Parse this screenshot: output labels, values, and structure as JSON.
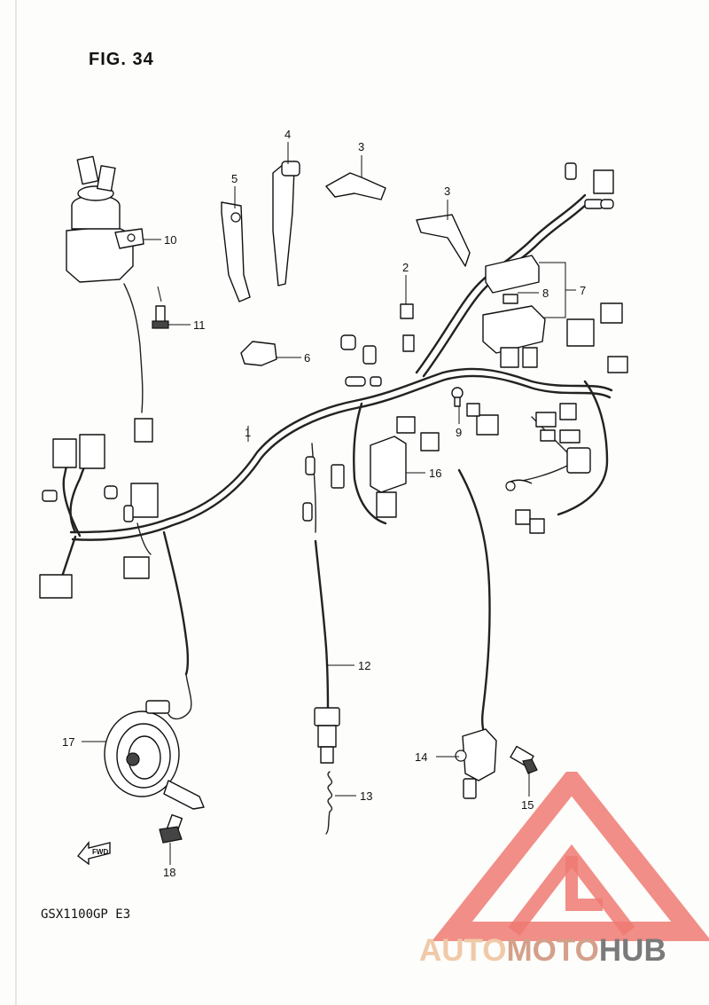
{
  "figure": {
    "title": "FIG. 34",
    "model": "GSX1100GP  E3"
  },
  "callouts": [
    {
      "id": "1",
      "label": "1"
    },
    {
      "id": "2",
      "label": "2"
    },
    {
      "id": "3a",
      "label": "3"
    },
    {
      "id": "3b",
      "label": "3"
    },
    {
      "id": "4",
      "label": "4"
    },
    {
      "id": "5",
      "label": "5"
    },
    {
      "id": "6",
      "label": "6"
    },
    {
      "id": "7",
      "label": "7"
    },
    {
      "id": "8",
      "label": "8"
    },
    {
      "id": "9",
      "label": "9"
    },
    {
      "id": "10",
      "label": "10"
    },
    {
      "id": "11",
      "label": "11"
    },
    {
      "id": "12",
      "label": "12"
    },
    {
      "id": "13",
      "label": "13"
    },
    {
      "id": "14",
      "label": "14"
    },
    {
      "id": "15",
      "label": "15"
    },
    {
      "id": "16",
      "label": "16"
    },
    {
      "id": "17",
      "label": "17"
    },
    {
      "id": "18",
      "label": "18"
    }
  ],
  "fwd_marker": {
    "label": "FWD"
  },
  "watermark": {
    "part1": "AUTO",
    "part2": "MOTO",
    "part3": "HUB",
    "colors": {
      "auto": "#f0c9a8",
      "moto": "#d4a08a",
      "hub": "#7a7a7a",
      "triangle": "#ee7a72"
    }
  }
}
